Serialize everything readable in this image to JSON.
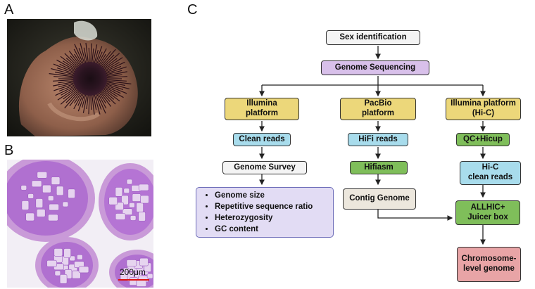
{
  "panels": {
    "a": "A",
    "b": "B",
    "c": "C"
  },
  "scale_bar": "200μm",
  "flow": {
    "sex_identification": "Sex identification",
    "genome_sequencing": "Genome Sequencing",
    "illumina": "Illumina\nplatform",
    "pacbio": "PacBio\nplatform",
    "hic_platform": "Illumina platform\n(Hi-C)",
    "clean_reads": "Clean reads",
    "hifi_reads": "HiFi reads",
    "qc_hicup": "QC+Hicup",
    "genome_survey": "Genome Survey",
    "hifiasm": "Hifiasm",
    "hic_clean_reads": "Hi-C\nclean reads",
    "contig_genome": "Contig Genome",
    "allhic": "ALLHIC+\nJuicer box",
    "chromosome": "Chromosome-\nlevel genome",
    "survey_items": [
      "Genome size",
      "Repetitive sequence ratio",
      "Heterozygosity",
      "GC content"
    ]
  },
  "colors": {
    "yellow": "#ecd77a",
    "purple": "#d8c0ea",
    "blue": "#a8dcec",
    "green": "#7fbe5a",
    "beige": "#ece7dd",
    "pink": "#e8a4a6",
    "lavender": "#e2dcf4"
  }
}
